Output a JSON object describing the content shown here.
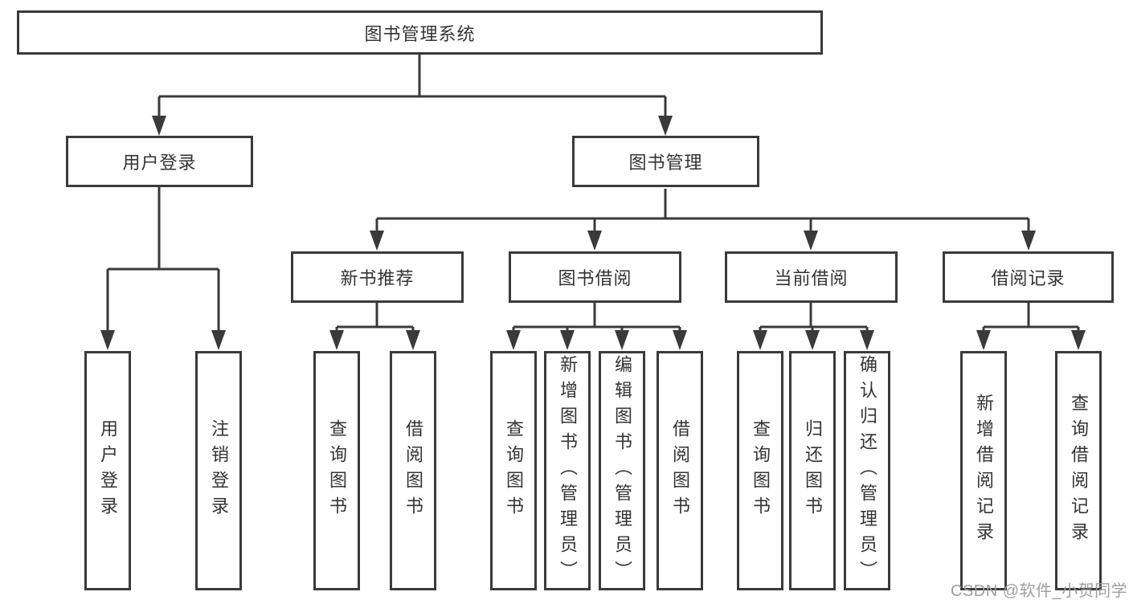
{
  "tree": {
    "label": "图书管理系统",
    "children": [
      {
        "label": "用户登录",
        "children": [
          {
            "label": "用户登录"
          },
          {
            "label": "注销登录"
          }
        ]
      },
      {
        "label": "图书管理",
        "children": [
          {
            "label": "新书推荐",
            "children": [
              {
                "label": "查询图书"
              },
              {
                "label": "借阅图书"
              }
            ]
          },
          {
            "label": "图书借阅",
            "children": [
              {
                "label": "查询图书"
              },
              {
                "label": "新增图书（管理员）"
              },
              {
                "label": "编辑图书（管理员）"
              },
              {
                "label": "借阅图书"
              }
            ]
          },
          {
            "label": "当前借阅",
            "children": [
              {
                "label": "查询图书"
              },
              {
                "label": "归还图书"
              },
              {
                "label": "确认归还（管理员）"
              }
            ]
          },
          {
            "label": "借阅记录",
            "children": [
              {
                "label": "新增借阅记录"
              },
              {
                "label": "查询借阅记录"
              }
            ]
          }
        ]
      }
    ]
  },
  "watermark": "CSDN @软件_小贺同学",
  "colors": {
    "line": "#3a3a3a",
    "text": "#333333",
    "watermark": "#9e9e9e",
    "background": "#ffffff"
  }
}
